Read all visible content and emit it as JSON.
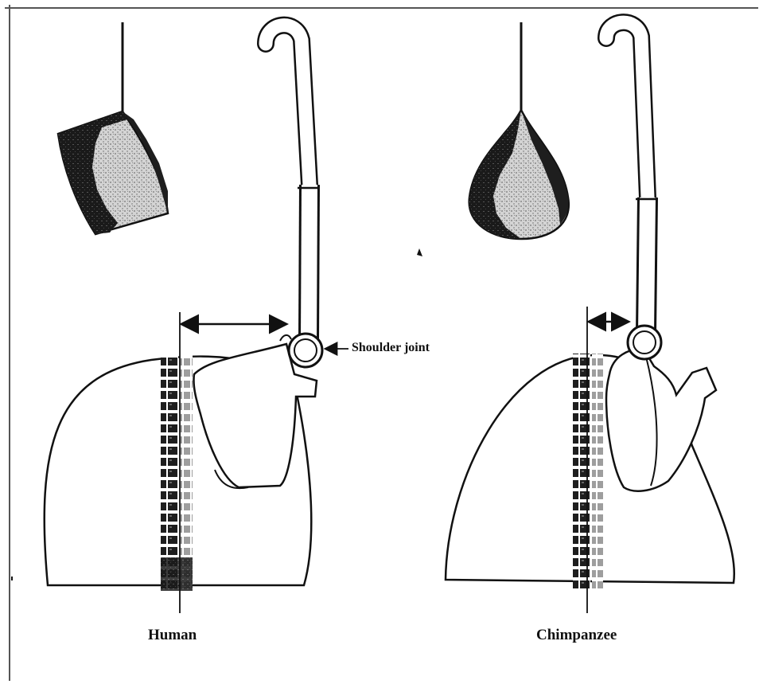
{
  "figure": {
    "labels": {
      "human": "Human",
      "chimpanzee": "Chimpanzee",
      "shoulder_joint": "Shoulder joint"
    },
    "colors": {
      "ink": "#111111",
      "paper": "#ffffff",
      "dark_fill": "#1e1e1e",
      "light_fill": "#c8c8c8"
    }
  }
}
